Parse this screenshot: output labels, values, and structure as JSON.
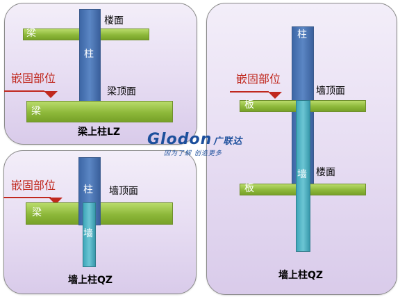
{
  "panel_beam": {
    "floor_label": "楼面",
    "top_beam_label": "梁",
    "column_label": "柱",
    "beam_top_label": "梁顶面",
    "anchor_label": "嵌固部位",
    "bottom_beam_label": "梁",
    "caption": "梁上柱LZ"
  },
  "panel_wall_small": {
    "anchor_label": "嵌固部位",
    "column_label": "柱",
    "wall_top_label": "墙顶面",
    "beam_label": "梁",
    "wall_label": "墙",
    "caption": "墙上柱QZ"
  },
  "panel_wall_large": {
    "column_label": "柱",
    "anchor_label": "嵌固部位",
    "slab_label": "板",
    "wall_top_label": "墙顶面",
    "wall_label": "墙",
    "floor_label": "楼面",
    "slab2_label": "板",
    "caption": "墙上柱QZ"
  },
  "logo": {
    "brand": "Glodon",
    "brand_cn": "广联达",
    "slogan": "因为了解 创造更多"
  },
  "colors": {
    "anchor_red": "#c0281e",
    "beam_green": "#8db83a",
    "column_blue": "#4a74b4",
    "wall_cyan": "#4fb3c4",
    "logo_blue": "#1c4f9c"
  }
}
